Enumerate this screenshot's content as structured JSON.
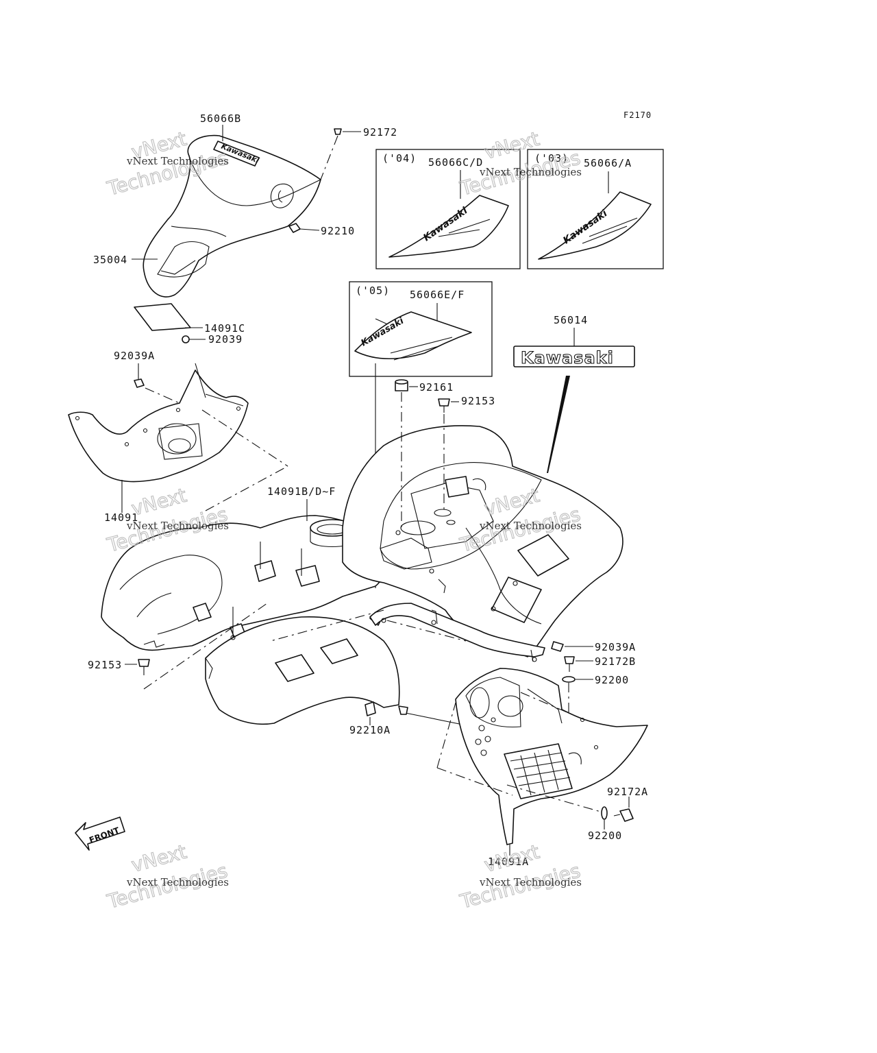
{
  "figure_code": "F2170",
  "labels": {
    "p56066B": "56066B",
    "p92172": "92172",
    "p92210": "92210",
    "p35004": "35004",
    "p14091C": "14091C",
    "p92039": "92039",
    "p92039A_top": "92039A",
    "p14091": "14091",
    "p14091BDF": "14091B/D~F",
    "p92161": "92161",
    "p92153_top": "92153",
    "p56014": "56014",
    "p92153_left": "92153",
    "p92210A": "92210A",
    "p92039A_right": "92039A",
    "p92172B": "92172B",
    "p92200_top": "92200",
    "p92172A": "92172A",
    "p92200_bot": "92200",
    "p14091A": "14091A"
  },
  "inset_boxes": {
    "y04": {
      "year": "('04)",
      "part": "56066C/D"
    },
    "y03": {
      "year": "('03)",
      "part": "56066/A"
    },
    "y05": {
      "year": "('05)",
      "part": "56066E/F"
    }
  },
  "decal_text": "Kawasaki",
  "front_arrow_text": "FRONT",
  "watermark": {
    "line1": "vNext Technologies",
    "line2a": "vNext",
    "line2b": "Technologies"
  }
}
